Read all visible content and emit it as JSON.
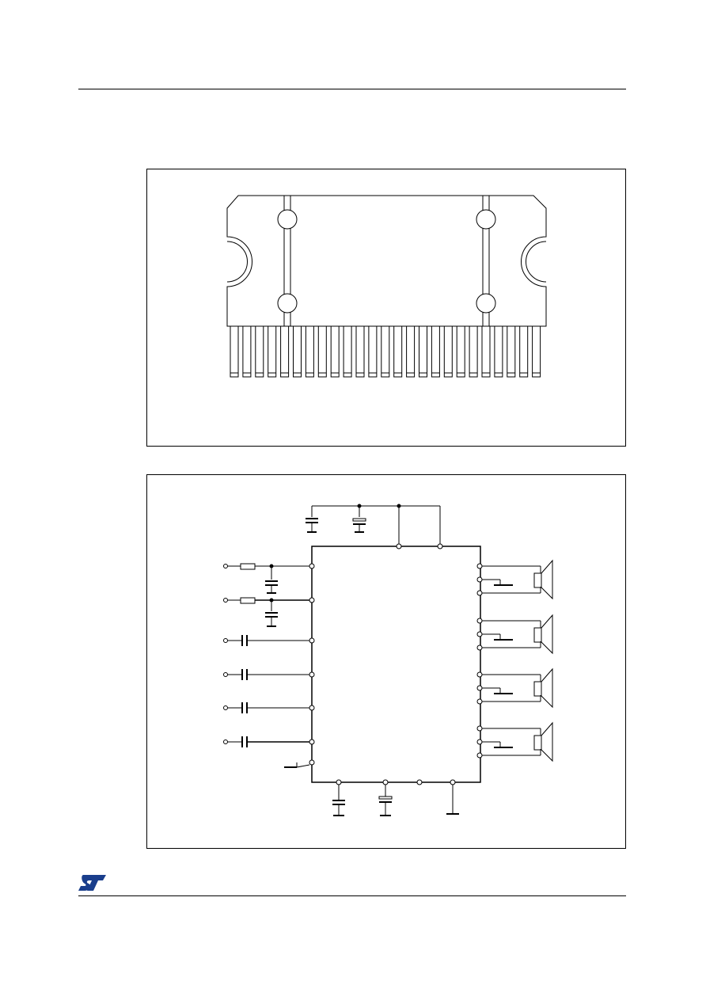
{
  "document": {
    "logo_text": "ST",
    "colors": {
      "ink": "#000000",
      "logo_blue": "#1a3e8c",
      "paper": "#ffffff"
    }
  },
  "figures": [
    {
      "name": "package-outline",
      "pin_count": 25
    },
    {
      "name": "application-circuit",
      "left_inputs": 6,
      "speakers": 4
    }
  ]
}
